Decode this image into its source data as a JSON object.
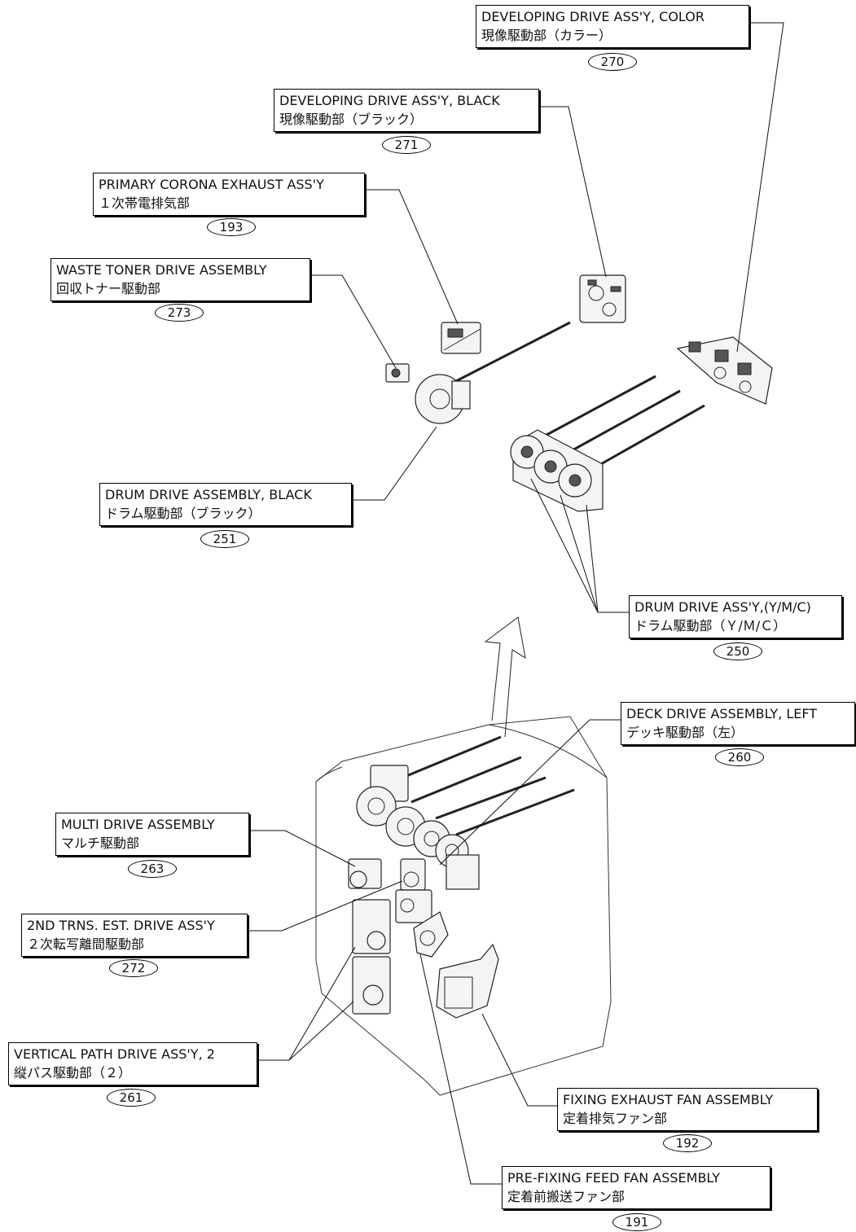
{
  "callouts": [
    {
      "id": "270",
      "en": "DEVELOPING DRIVE ASS'Y, COLOR",
      "jp": "現像駆動部（カラー）"
    },
    {
      "id": "271",
      "en": "DEVELOPING DRIVE ASS'Y, BLACK",
      "jp": "現像駆動部（ブラック）"
    },
    {
      "id": "193",
      "en": "PRIMARY CORONA EXHAUST ASS'Y",
      "jp": "１次帯電排気部"
    },
    {
      "id": "273",
      "en": "WASTE TONER DRIVE ASSEMBLY",
      "jp": "回収トナー駆動部"
    },
    {
      "id": "251",
      "en": "DRUM DRIVE ASSEMBLY, BLACK",
      "jp": "ドラム駆動部（ブラック）"
    },
    {
      "id": "250",
      "en": "DRUM DRIVE ASS'Y,(Y/M/C)",
      "jp": "ドラム駆動部（Ｙ/Ｍ/Ｃ）"
    },
    {
      "id": "260",
      "en": "DECK DRIVE ASSEMBLY, LEFT",
      "jp": "デッキ駆動部（左）"
    },
    {
      "id": "263",
      "en": "MULTI DRIVE ASSEMBLY",
      "jp": "マルチ駆動部"
    },
    {
      "id": "272",
      "en": "2ND TRNS. EST. DRIVE ASS'Y",
      "jp": "２次転写離間駆動部"
    },
    {
      "id": "261",
      "en": "VERTICAL PATH DRIVE ASS'Y, 2",
      "jp": "縦パス駆動部（２）"
    },
    {
      "id": "192",
      "en": "FIXING EXHAUST FAN ASSEMBLY",
      "jp": "定着排気ファン部"
    },
    {
      "id": "191",
      "en": "PRE-FIXING FEED FAN ASSEMBLY",
      "jp": "定着前搬送ファン部"
    }
  ]
}
